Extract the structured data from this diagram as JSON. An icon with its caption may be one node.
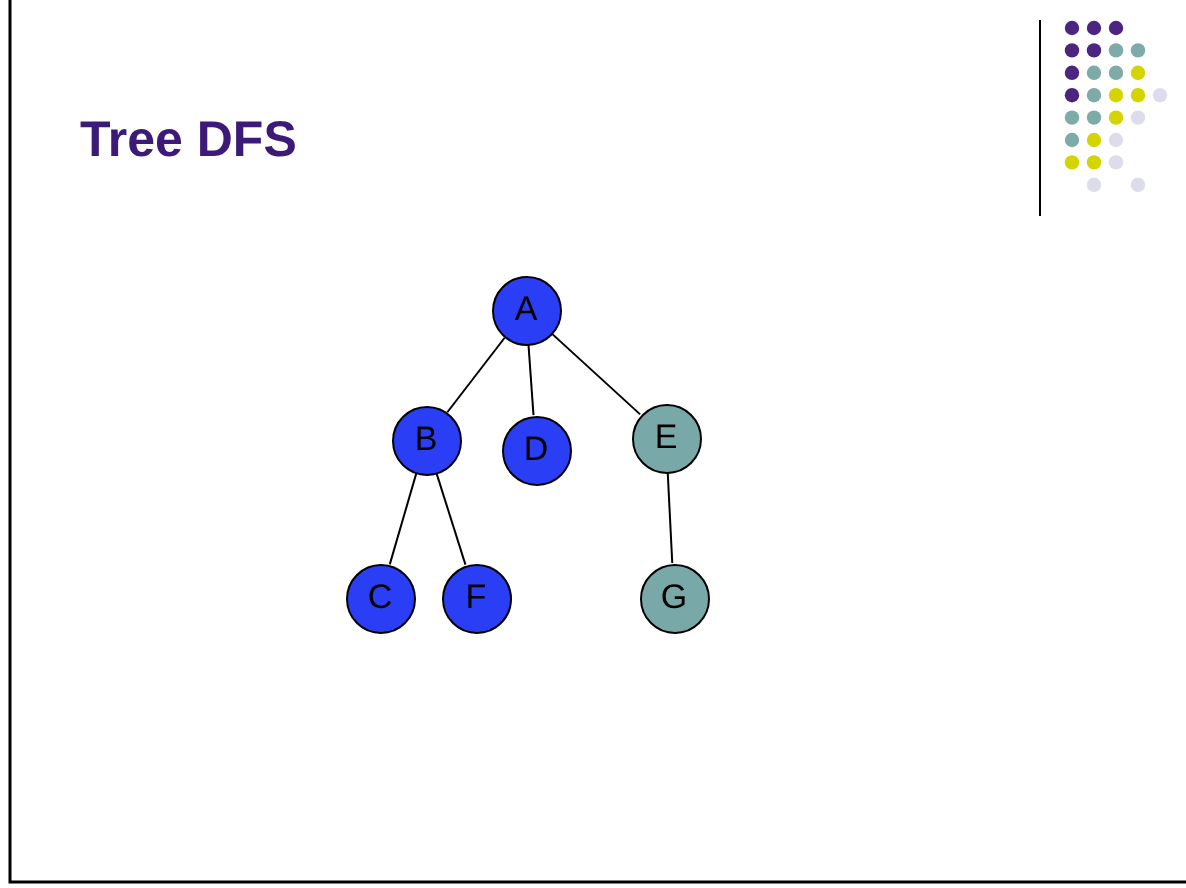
{
  "diagram": {
    "title": "Tree DFS",
    "nodes": [
      {
        "text": [
          "A"
        ]
      },
      {
        "text": [
          "B"
        ]
      },
      {
        "text": [
          "D"
        ]
      },
      {
        "text": [
          "E"
        ]
      },
      {
        "text": [
          "C"
        ]
      },
      {
        "text": [
          "F"
        ]
      },
      {
        "text": [
          "G"
        ]
      }
    ],
    "edges": [
      {
        "from": 0,
        "to": 1,
        "arrow": "none"
      },
      {
        "from": 0,
        "to": 2,
        "arrow": "none"
      },
      {
        "from": 0,
        "to": 3,
        "arrow": "none"
      },
      {
        "from": 1,
        "to": 4,
        "arrow": "none"
      },
      {
        "from": 1,
        "to": 5,
        "arrow": "none"
      },
      {
        "from": 3,
        "to": 6,
        "arrow": "none"
      }
    ]
  }
}
